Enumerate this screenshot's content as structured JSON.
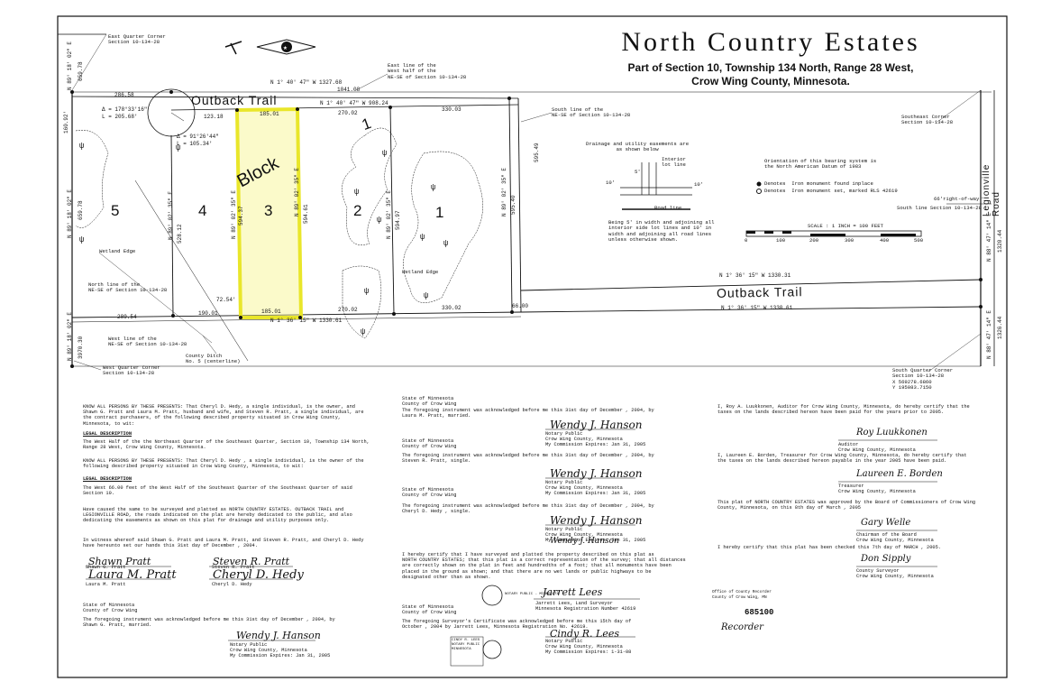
{
  "header": {
    "title": "North Country Estates",
    "subtitle_1": "Part of Section 10, Township 134 North, Range 28 West,",
    "subtitle_2": "Crow Wing County, Minnesota."
  },
  "trails": {
    "outback_top": "Outback Trail",
    "outback_right": "Outback Trail",
    "legionville": "Legionville Road"
  },
  "block": {
    "label": "Block",
    "lots": [
      "5",
      "4",
      "3",
      "2",
      "1",
      "1"
    ]
  },
  "corners": {
    "east_quarter": "East Quarter Corner\nSection 10-134-28",
    "east_line": "East line of the\nWest half of the\nNE-SE of Section 10-134-28",
    "south_line_ne": "South line of the\nNE-SE of Section 10-134-28",
    "southeast": "Southeast Corner\nSection 10-134-28",
    "north_line": "North line of the\nNE-SE of Section 10-134-28",
    "west_line": "West line of the\nNE-SE of Section 10-134-28",
    "west_quarter": "West Quarter Corner\nSection 10-134-28",
    "county_ditch": "County Ditch\nNo. 5 (centerline)",
    "south_quarter": "South Quarter Corner\nSection 10-134-28\nX 569278.6860\nY 195083.7150",
    "row": "66'right-of-way",
    "south_line_sec": "South line Section 10-134-28"
  },
  "dims": {
    "top_bearing": "N 1° 40' 47\" W 1327.68",
    "top_total": "1041.08",
    "mid_bearing": "N 1° 40' 47\" W 908.24",
    "d286": "286.58",
    "d123": "123.18",
    "d185a": "185.01",
    "d270a": "270.02",
    "d330a": "330.03",
    "d185b": "185.01",
    "d270b": "270.02",
    "d330b": "330.02",
    "d66": "66.00",
    "d289": "289.54",
    "d190": "190.01",
    "d72": "72.54'",
    "bot_bearing": "N 1° 36' 15\" W 1330.61",
    "right_bearing": "N 1° 36' 15\" W 1330.31",
    "right_bearing2": "N 1° 36' 15\" W 1330.61",
    "curve1_delta": "Δ = 178°33'16\"",
    "curve1_len": "L = 205.68'",
    "curve2_delta": "Δ = 91°26'44\"",
    "curve2_len": "L = 105.34'",
    "v160": "160.92'",
    "v659a": "659.78",
    "v659b": "659.78",
    "v528": "528.12",
    "v594a": "594.37",
    "v594b": "594.61",
    "v594c": "594.97",
    "v595a": "595.40",
    "v595b": "595.49",
    "v3970": "3970.30",
    "bearA": "N 89° 18' 02\" E",
    "bearB": "N 89° 02' 35\" E",
    "v1320": "1320.44",
    "v1326": "1326.44",
    "bearC": "N 88° 47' 14\" E"
  },
  "wetland": {
    "edge1": "Wetland Edge",
    "edge2": "Wetland Edge"
  },
  "easement": {
    "head": "Drainage and utility easements are\nas shown below",
    "interior": "Interior\nlot line",
    "road": "Road line",
    "five": "5'",
    "ten_l": "10'",
    "ten_r": "10'",
    "note": "Being 5' in width and adjoining all\ninterior side lot lines and 10' in\nwidth and adjoining all road lines\nunless otherwise shown."
  },
  "legend": {
    "orientation": "Orientation of this bearing system is\nthe North American Datum of 1983",
    "found": "Denotes  Iron monument found inplace",
    "set": "Denotes  Iron monument set, marked RLS 42619",
    "scale": "SCALE : 1 INCH = 100 FEET",
    "ticks": [
      "0",
      "100",
      "200",
      "300",
      "400",
      "500"
    ]
  },
  "certs": {
    "know_1": "KNOW ALL PERSONS BY THESE PRESENTS: That Cheryl D. Hedy, a single individual, is the owner, and\nShawn G. Pratt and Laura M. Pratt, husband and wife, and Steven R. Pratt, a single individual, are\nthe contract purchasers, of the following described property situated in Crow Wing County,\nMinnesota, to wit:",
    "legal_1_head": "LEGAL DESCRIPTION",
    "legal_1": "The West Half of the the Northeast Quarter of the Southeast Quarter, Section 10, Township 134 North,\nRange 28 West, Crow Wing County, Minnesota.",
    "know_2": "KNOW ALL PERSONS BY THESE PRESENTS: That Cheryl D. Hedy , a single individual, is the owner of the\nfollowing described property situated in Crow Wing County, Minnesota, to wit:",
    "legal_2_head": "LEGAL DESCRIPTION",
    "legal_2": "The West 66.00 feet of the West Half of the Southeast Quarter of the Southeast Quarter of said\nSection 10.",
    "caused": "Have caused the same to be surveyed and platted as NORTH COUNTRY ESTATES. OUTBACK TRAIL and\nLEGIONVILLE ROAD, the roads indicated on the plat are hereby dedicated to the public, and also\ndedicating the easements as shown on this plat for drainage and utility purposes only.",
    "witness": "In witness whereof said Shawn G. Pratt and Laura M. Pratt, and Steven R. Pratt, and Cheryl D. Hedy\nhave hereunto set our hands this 31st day of December , 2004.",
    "names_l": "Shawn G. Pratt\n\n\nLaura M. Pratt",
    "names_r": "Steven R. Pratt\n\n\nCheryl D. Hedy",
    "state_bl": "State of Minnesota\nCounty of Crow Wing",
    "ack_bl": "The foregoing instrument was acknowledged before me this 31st day of December , 2004, by\nShawn G. Pratt, married.",
    "notary_bl": "Notary Public\nCrow Wing County, Minnesota\nMy Commission Expires: Jan 31, 2005",
    "state_m1": "State of Minnesota\nCounty of Crow Wing",
    "ack_m1": "The foregoing instrument was acknowledged before me this 31st day of December , 2004, by\nLaura M. Pratt, married.",
    "notary_m": "Notary Public\nCrow Wing County, Minnesota\nMy Commission Expires: Jan 31, 2005",
    "state_m2": "State of Minnesota\nCounty of Crow Wing",
    "ack_m2": "The foregoing instrument was acknowledged before me this 31st day of December , 2004, by\nSteven R. Pratt, single.",
    "state_m3": "State of Minnesota\nCounty of Crow Wing",
    "ack_m3": "The foregoing instrument was acknowledged before me this 31st day of December , 2004, by\nCheryl D. Hedy , single.",
    "surveyor": "I hereby certify that I have surveyed and platted the property described on this plat as\nNORTH COUNTRY ESTATES; that this plat is a correct representation of the survey; that all distances\nare correctly shown on the plat in feet and hundredths of a foot; that all monuments have been\nplaced in the ground as shown; and that there are no wet lands or public highways to be\ndesignated other than as shown.",
    "surveyor_name": "Jarrett Lees, Land Surveyor\nMinnesota Registration Number 42619",
    "state_m4": "State of Minnesota\nCounty of Crow Wing",
    "ack_m4": "The foregoing Surveyor's Certificate was acknowledged before me this 15th day of\nOctober , 2004 by Jarrett Lees, Minnesota Registration No. 42619.",
    "notary_m4": "Notary Public\nCrow Wing County, Minnesota\nMy Commission Expires: 1-31-08",
    "auditor": "I, Roy A. Luukkonen, Auditor for Crow Wing County, Minnesota, do hereby certify that the\ntaxes on the lands described hereon have been paid for the years prior to 2005.",
    "auditor_t": "Auditor\nCrow Wing County, Minnesota",
    "treasurer": "I, Laureen E. Borden, Treasurer for Crow Wing County, Minnesota, do hereby certify that\nthe taxes on the lands described hereon payable in the year 2005 have been paid.",
    "treasurer_t": "Treasurer\nCrow Wing County, Minnesota",
    "board": "This plat of NORTH COUNTRY ESTATES was approved by the Board of Commissioners of Crow Wing\nCounty, Minnesota, on this 8th day of March , 2005",
    "board_t": "Chairman of the Board\nCrow Wing County, Minnesota",
    "checked": "I hereby certify that this plat has been checked this 7th day of MARCH , 2005.",
    "checked_t": "County Surveyor\nCrow Wing County, Minnesota",
    "recorder": "Office of County Recorder\nCounty of Crow Wing, MN",
    "doc_no": "685100",
    "stamp_1": "CINDY R. LEES\nNOTARY PUBLIC\nMINNESOTA",
    "stamp_2": "NOTARY PUBLIC - MINNESOTA"
  },
  "signatures": {
    "s1": "Shawn Pratt",
    "s2": "Laura M. Pratt",
    "s3": "Steven R. Pratt",
    "s4": "Cheryl D. Hedy",
    "n1": "Wendy J. Hanson",
    "n2": "Wendy J. Hanson",
    "n3": "Wendy J. Hanson",
    "n4": "Wendy J. Hanson",
    "n5": "Wendy J. Hanson",
    "surv": "Jarrett Lees",
    "cindy": "Cindy R. Lees",
    "aud": "Roy Luukkonen",
    "tre": "Laureen E. Borden",
    "chr": "Gary Welle",
    "cs": "Don Sipply",
    "rec": "Recorder"
  }
}
